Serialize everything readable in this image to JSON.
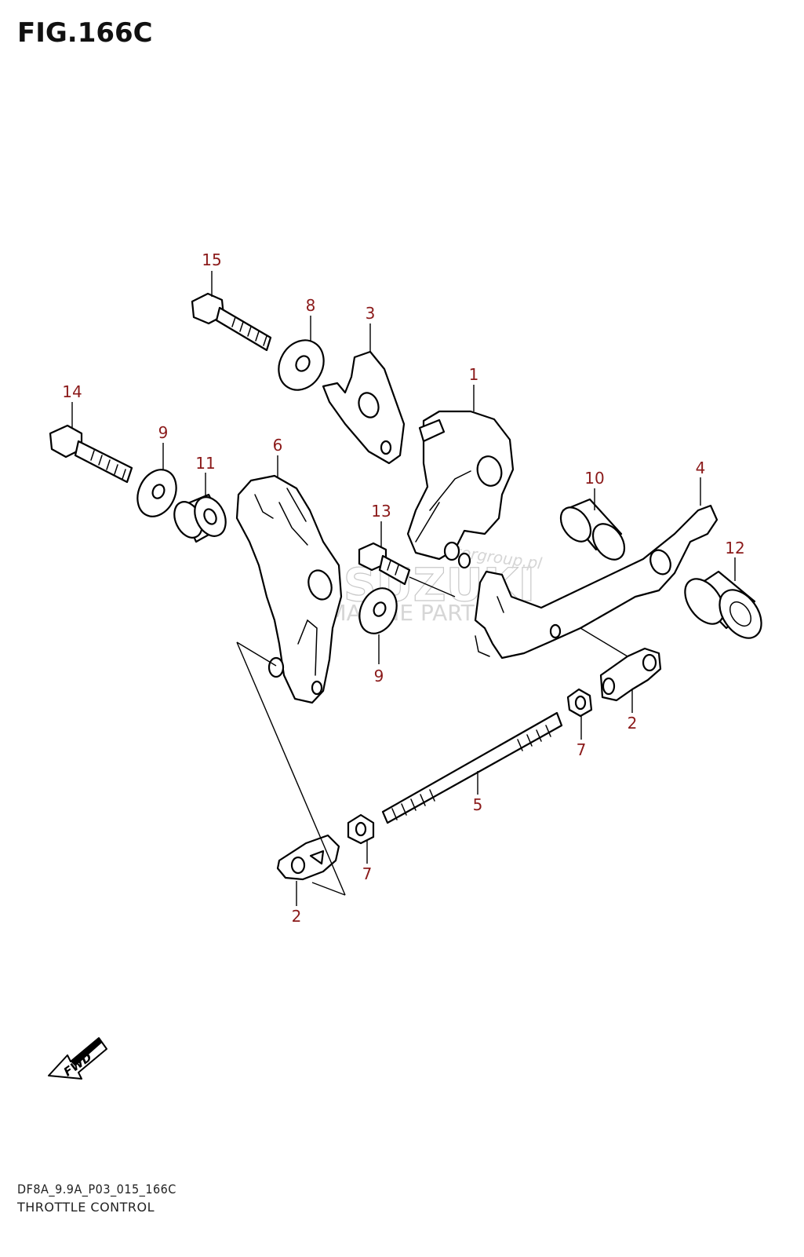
{
  "figure": {
    "title": "FIG.166C",
    "code": "DF8A_9.9A_P03_015_166C",
    "name": "THROTTLE CONTROL"
  },
  "callouts": {
    "c1": "1",
    "c2a": "2",
    "c2b": "2",
    "c3": "3",
    "c4": "4",
    "c5": "5",
    "c6": "6",
    "c7a": "7",
    "c7b": "7",
    "c8": "8",
    "c9a": "9",
    "c9b": "9",
    "c10": "10",
    "c11": "11",
    "c12": "12",
    "c13": "13",
    "c14": "14",
    "c15": "15"
  },
  "fwd_label": "FWD",
  "watermark": {
    "brand": "SUZUKI",
    "line2": "MARINE PARTS",
    "site": "Motorgroup.pl"
  },
  "colors": {
    "callout": "#8b1a1a",
    "line": "#000000",
    "watermark": "#c8c8c8"
  }
}
